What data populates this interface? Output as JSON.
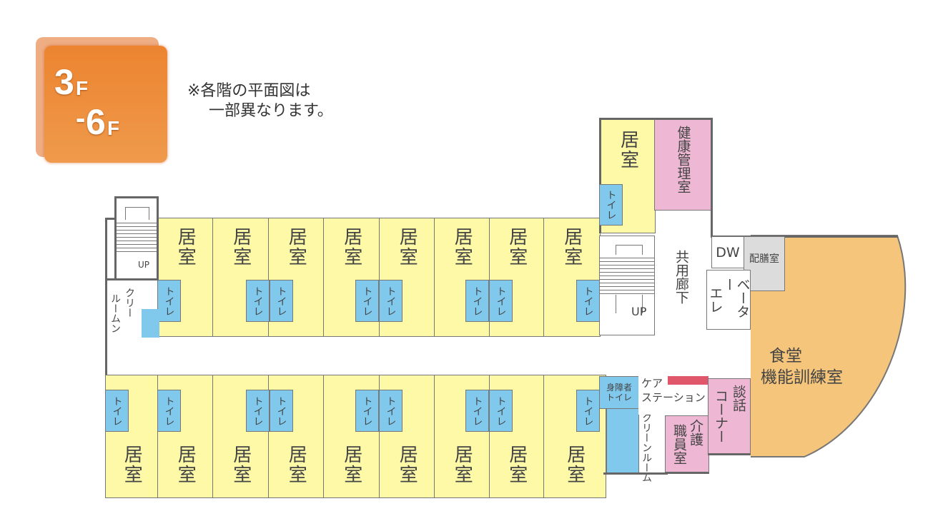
{
  "badge": {
    "floor_from": "3",
    "floor_from_unit": "F",
    "dash": "-",
    "floor_to": "6",
    "floor_to_unit": "F"
  },
  "note": {
    "line1": "※各階の平面図は",
    "line2": "一部異なります。"
  },
  "labels": {
    "resident_room": "居室",
    "toilet": "トイレ",
    "clean_room": "クリーンルーム",
    "clean_room_left_a": "クリー",
    "clean_room_left_b": "ルームン",
    "up": "UP",
    "health_room": "健康管理室",
    "shared_corridor": "共用廊下",
    "dw": "DW",
    "pantry": "配膳室",
    "elevator_a": "エレ",
    "elevator_b": "ベーター",
    "dining": "食堂",
    "training": "機能訓練室",
    "lounge_a": "談話",
    "lounge_b": "コーナー",
    "accessible_toilet_a": "身障者",
    "accessible_toilet_b": "トイレ",
    "care_station_a": "ケア",
    "care_station_b": "ステーション",
    "staff_room": "職員室",
    "care_label": "介護"
  },
  "colors": {
    "room": "#fdf9a6",
    "toilet": "#80c8ec",
    "staff": "#eeb7d4",
    "dining": "#f4c57a",
    "pantry": "#dcdcdc",
    "accent": "#e0566a"
  }
}
